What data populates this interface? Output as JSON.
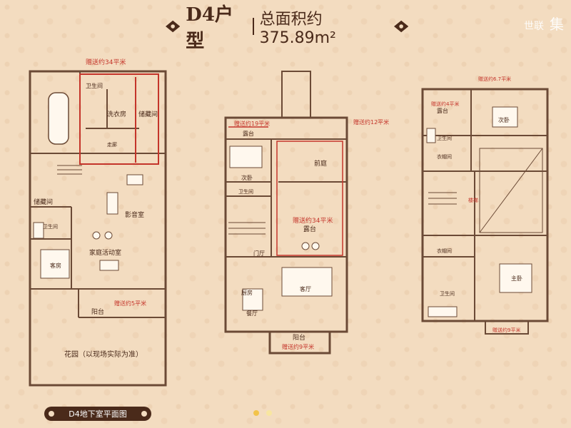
{
  "header": {
    "type": "D4户型",
    "area_label": "总面积约375.89m²"
  },
  "watermark": {
    "left": "世联",
    "right": "集"
  },
  "basement": {
    "gift_top": "赠送约34平米",
    "washroom": "卫生间",
    "laundry": "洗衣房",
    "storage_right": "储藏间",
    "closet": "走廊",
    "storage_left": "储藏间",
    "bath": "卫生间",
    "guest": "客房",
    "theater": "影音室",
    "family": "家庭活动室",
    "balcony": "阳台",
    "gift_balcony": "赠送约5平米",
    "garden": "花园（以现场实际为准）",
    "caption": "D4地下室平面图"
  },
  "ground": {
    "gift_left": "赠送约19平米",
    "terrace_left": "露台",
    "gift_right": "赠送约12平米",
    "front_hall": "前庭",
    "second_bedroom": "次卧",
    "bath": "卫生间",
    "gift_mid": "赠送约34平米",
    "terrace_mid": "露台",
    "hall": "门厅",
    "kitchen": "厨房",
    "living": "客厅",
    "dining": "餐厅",
    "balcony": "阳台",
    "gift_bottom": "赠送约9平米"
  },
  "upper": {
    "gift_top": "赠送约6.7平米",
    "gift_terrace": "赠送约4平米",
    "terrace": "露台",
    "second_bedroom": "次卧",
    "bath_top": "卫生间",
    "closet_top": "衣帽间",
    "stair_mark": "楼梯",
    "closet_bottom": "衣帽间",
    "bath_bottom": "卫生间",
    "master": "主卧",
    "gift_bottom": "赠送约9平米"
  },
  "colors": {
    "wall": "#6b4a36",
    "gift": "#c4342a",
    "accent": "#f2c34a"
  }
}
